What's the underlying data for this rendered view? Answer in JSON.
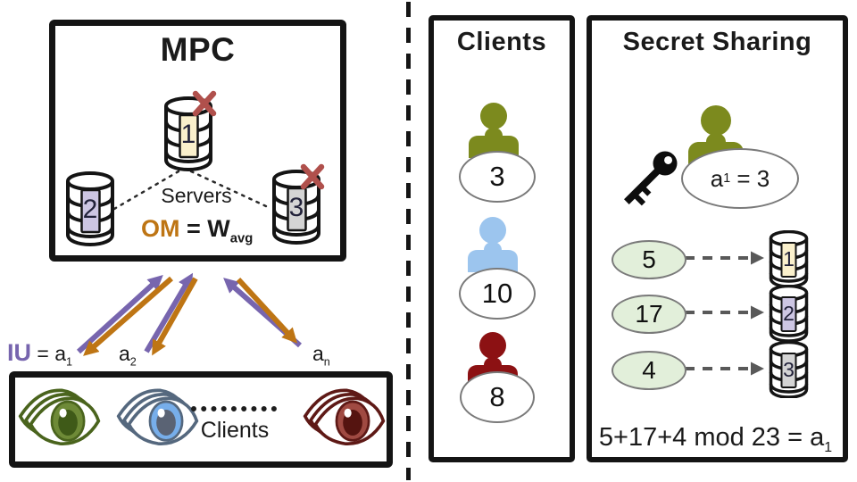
{
  "colors": {
    "accent_purple": "#7765AE",
    "accent_orange": "#BE7514",
    "cross_red": "#B0504C",
    "box_border": "#141414",
    "label_cream": "#FAF0CC",
    "label_lavender": "#CDC6E3",
    "label_gray": "#D4D4D4",
    "share_green": "#E2EFDA",
    "ellipse_border": "#7A7A7A",
    "dash_gray": "#595959",
    "olive": "#7C8A1E",
    "light_blue": "#9CC5EE",
    "dark_red": "#8C1113"
  },
  "mpc": {
    "title": "MPC",
    "servers_label": "Servers",
    "om_prefix": "OM",
    "om_rest": "= W",
    "om_sub": "avg",
    "servers": [
      {
        "id": "1",
        "crossed": true
      },
      {
        "id": "2",
        "crossed": false
      },
      {
        "id": "3",
        "crossed": true
      }
    ]
  },
  "io": {
    "iu_prefix": "IU",
    "iu_rest": "= a",
    "iu_sub": "1",
    "a2": "a",
    "a2_sub": "2",
    "an": "a",
    "an_sub": "n"
  },
  "clients_box": {
    "label": "Clients",
    "eyes": [
      {
        "name": "green",
        "outline": "#4A641D",
        "iris": "#6E8A37",
        "pupil": "#3F5A18"
      },
      {
        "name": "blue",
        "outline": "#55687E",
        "iris": "#77AEEA",
        "pupil": "#5A6374"
      },
      {
        "name": "red",
        "outline": "#5E1916",
        "iris": "#A04A42",
        "pupil": "#551410"
      }
    ]
  },
  "clients_panel": {
    "title": "Clients",
    "items": [
      {
        "value": "3",
        "color": "#7C8A1E"
      },
      {
        "value": "10",
        "color": "#9CC5EE"
      },
      {
        "value": "8",
        "color": "#8C1113"
      }
    ]
  },
  "secret_panel": {
    "title": "Secret Sharing",
    "owner_color": "#7C8A1E",
    "secret_prefix": "a",
    "secret_sub": "1",
    "secret_rest": "= 3",
    "shares": [
      {
        "value": "5",
        "server": "1"
      },
      {
        "value": "17",
        "server": "2"
      },
      {
        "value": "4",
        "server": "3"
      }
    ],
    "formula": "5+17+4 mod 23 = a",
    "formula_sub": "1"
  }
}
